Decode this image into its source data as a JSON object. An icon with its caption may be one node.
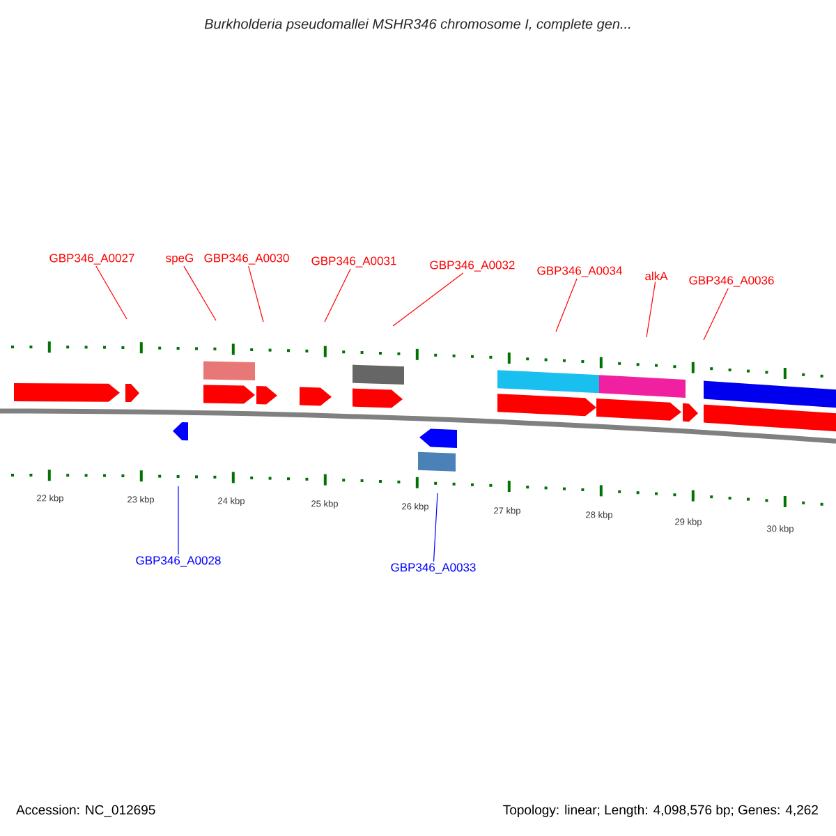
{
  "diagram": {
    "title": "Burkholderia pseudomallei MSHR346 chromosome I, complete gen...",
    "nodes": [
      {
        "text": [
          "GBP346_A0027"
        ]
      },
      {
        "text": [
          "speG"
        ]
      },
      {
        "text": [
          "GBP346_A0030"
        ]
      },
      {
        "text": [
          "GBP346_A0031"
        ]
      },
      {
        "text": [
          "GBP346_A0032"
        ]
      },
      {
        "text": [
          "GBP346_A0034"
        ]
      },
      {
        "text": [
          "alkA"
        ]
      },
      {
        "text": [
          "GBP346_A0036"
        ]
      },
      {
        "text": [
          "GBP346_A0028"
        ]
      },
      {
        "text": [
          "GBP346_A0033"
        ]
      }
    ],
    "edges": [
      {
        "from": 0,
        "to": null,
        "arrow": "none"
      },
      {
        "from": 1,
        "to": null,
        "arrow": "none"
      },
      {
        "from": 2,
        "to": null,
        "arrow": "none"
      },
      {
        "from": 3,
        "to": null,
        "arrow": "none"
      },
      {
        "from": 4,
        "to": null,
        "arrow": "none"
      },
      {
        "from": 5,
        "to": null,
        "arrow": "none"
      },
      {
        "from": 6,
        "to": null,
        "arrow": "none"
      },
      {
        "from": 7,
        "to": null,
        "arrow": "none"
      },
      {
        "from": 8,
        "to": null,
        "arrow": "none",
        "color": "#0000ff"
      },
      {
        "from": 9,
        "to": null,
        "arrow": "none",
        "color": "#0000ff"
      }
    ],
    "labels": [
      "22 kbp",
      "23 kbp",
      "24 kbp",
      "25 kbp",
      "26 kbp",
      "27 kbp",
      "28 kbp",
      "29 kbp",
      "30 kbp",
      "Accession: NC_012695",
      "Topology: linear; Length: 4,098,576 bp; Genes: 4,262"
    ]
  }
}
